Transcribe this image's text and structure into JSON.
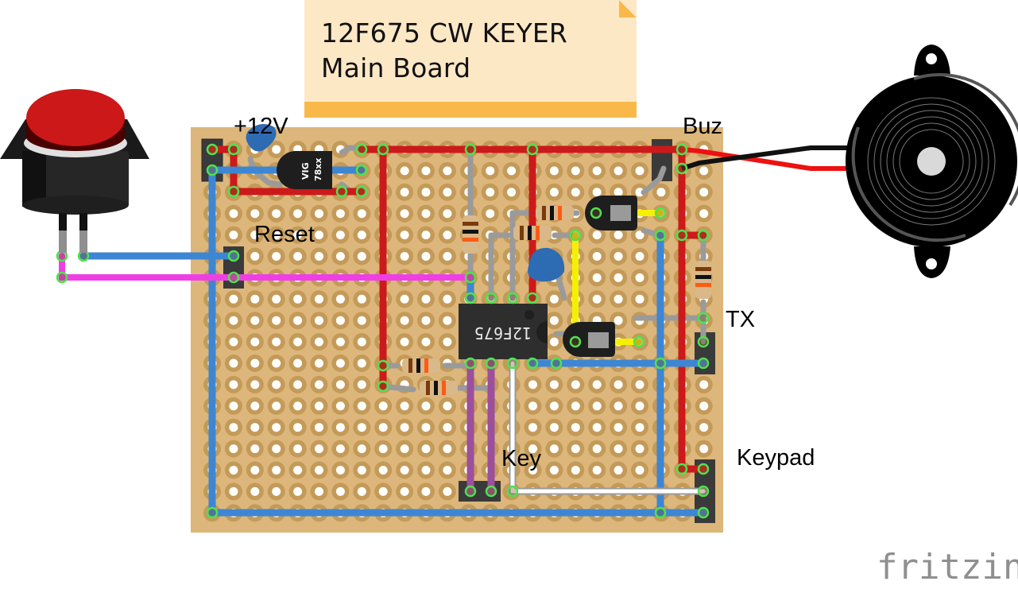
{
  "note": {
    "line1": "12F675 CW KEYER",
    "line2": "Main Board"
  },
  "labels": {
    "power": "+12V",
    "reset": "Reset",
    "buzzer": "Buz",
    "tx": "TX",
    "key": "Key",
    "keypad": "Keypad"
  },
  "chip": {
    "part": "12F675"
  },
  "regulator": {
    "marking_a": "VIG",
    "marking_b": "78xx"
  },
  "logo": "fritzing",
  "colors": {
    "board": "#dcb67a",
    "hole_ring": "#c49a58",
    "wire_red": "#cc1a1a",
    "wire_blue": "#3d86d4",
    "wire_magenta": "#f03ee6",
    "wire_yellow": "#f5f000",
    "wire_purple": "#9c4f9c",
    "wire_white": "#ffffff",
    "wire_gray": "#a0a0a0",
    "note_bg": "#fde8c6",
    "note_bar": "#f9b94a"
  },
  "components": [
    {
      "id": "push-button",
      "type": "pushbutton",
      "color": "red"
    },
    {
      "id": "piezo-buzzer",
      "type": "buzzer"
    },
    {
      "id": "ic-12f675",
      "type": "dip8"
    },
    {
      "id": "voltage-regulator",
      "type": "to92",
      "marking": "78xx"
    },
    {
      "id": "transistor-1",
      "type": "to92"
    },
    {
      "id": "transistor-2",
      "type": "to92"
    },
    {
      "id": "ceramic-cap-1",
      "type": "capacitor"
    },
    {
      "id": "ceramic-cap-2",
      "type": "capacitor"
    },
    {
      "id": "resistor-1",
      "type": "resistor"
    },
    {
      "id": "resistor-2",
      "type": "resistor"
    },
    {
      "id": "resistor-3",
      "type": "resistor"
    },
    {
      "id": "resistor-4",
      "type": "resistor"
    },
    {
      "id": "resistor-5",
      "type": "resistor"
    },
    {
      "id": "resistor-6",
      "type": "resistor"
    }
  ]
}
